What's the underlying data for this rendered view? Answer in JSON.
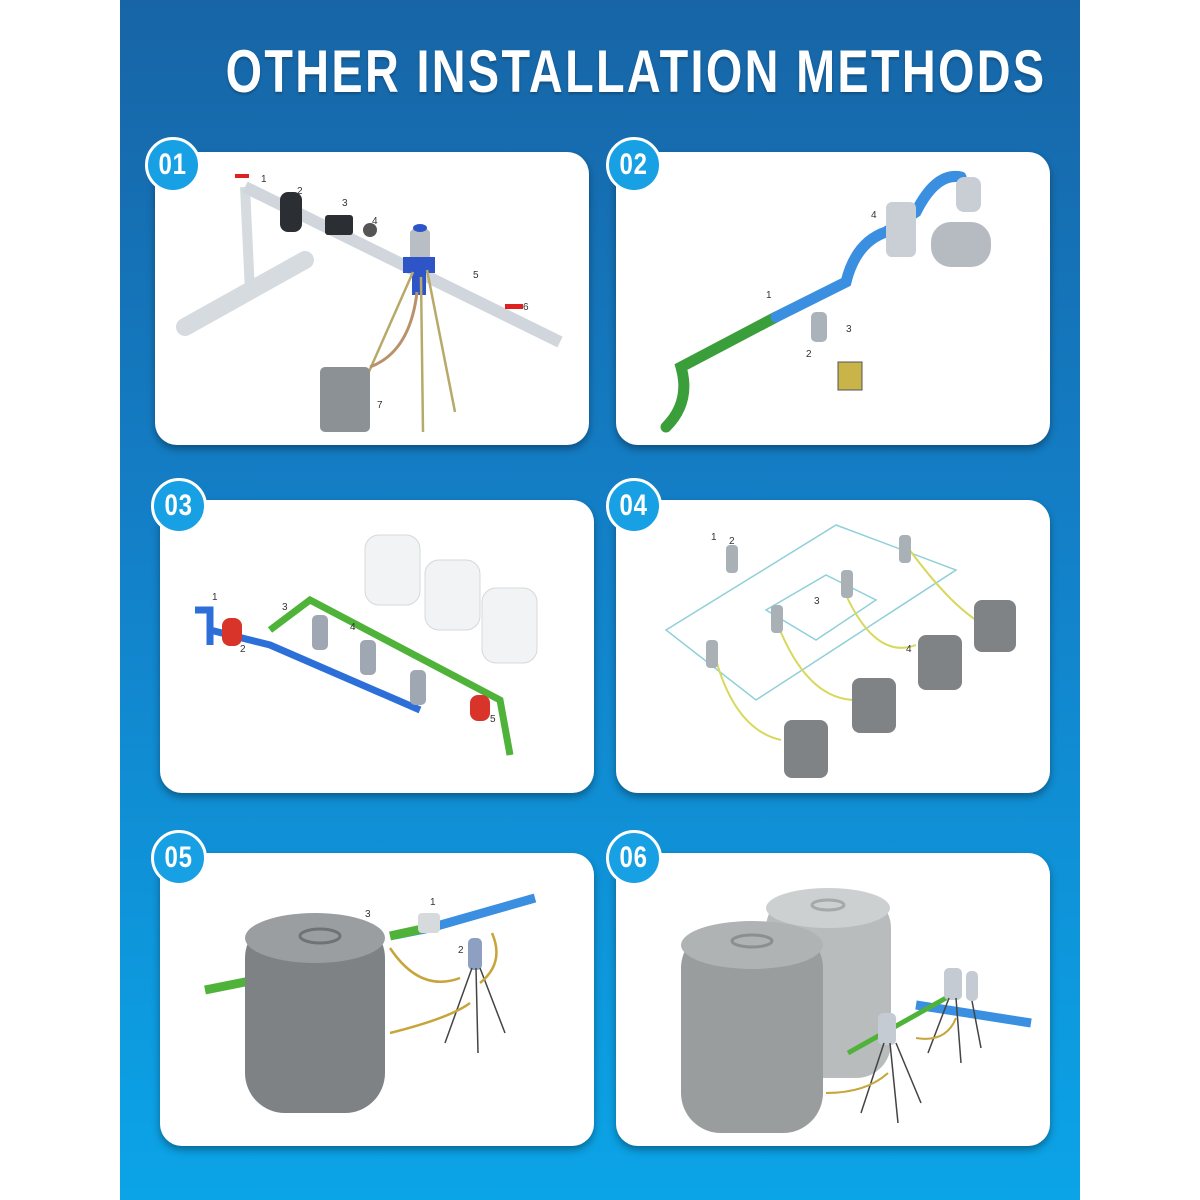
{
  "title": "OTHER INSTALLATION METHODS",
  "colors": {
    "background_top": "#1765a6",
    "background_bottom": "#0ba4e7",
    "badge": "#17a1e4",
    "panel": "#ffffff"
  },
  "methods": [
    {
      "number": "01",
      "labels": [
        "1",
        "2",
        "3",
        "4",
        "5",
        "6",
        "7"
      ]
    },
    {
      "number": "02",
      "labels": [
        "1",
        "2",
        "3",
        "4"
      ]
    },
    {
      "number": "03",
      "labels": [
        "1",
        "2",
        "3",
        "4",
        "5"
      ]
    },
    {
      "number": "04",
      "labels": [
        "1",
        "2",
        "3",
        "4"
      ]
    },
    {
      "number": "05",
      "labels": [
        "1",
        "2",
        "3"
      ]
    },
    {
      "number": "06",
      "labels": []
    }
  ]
}
